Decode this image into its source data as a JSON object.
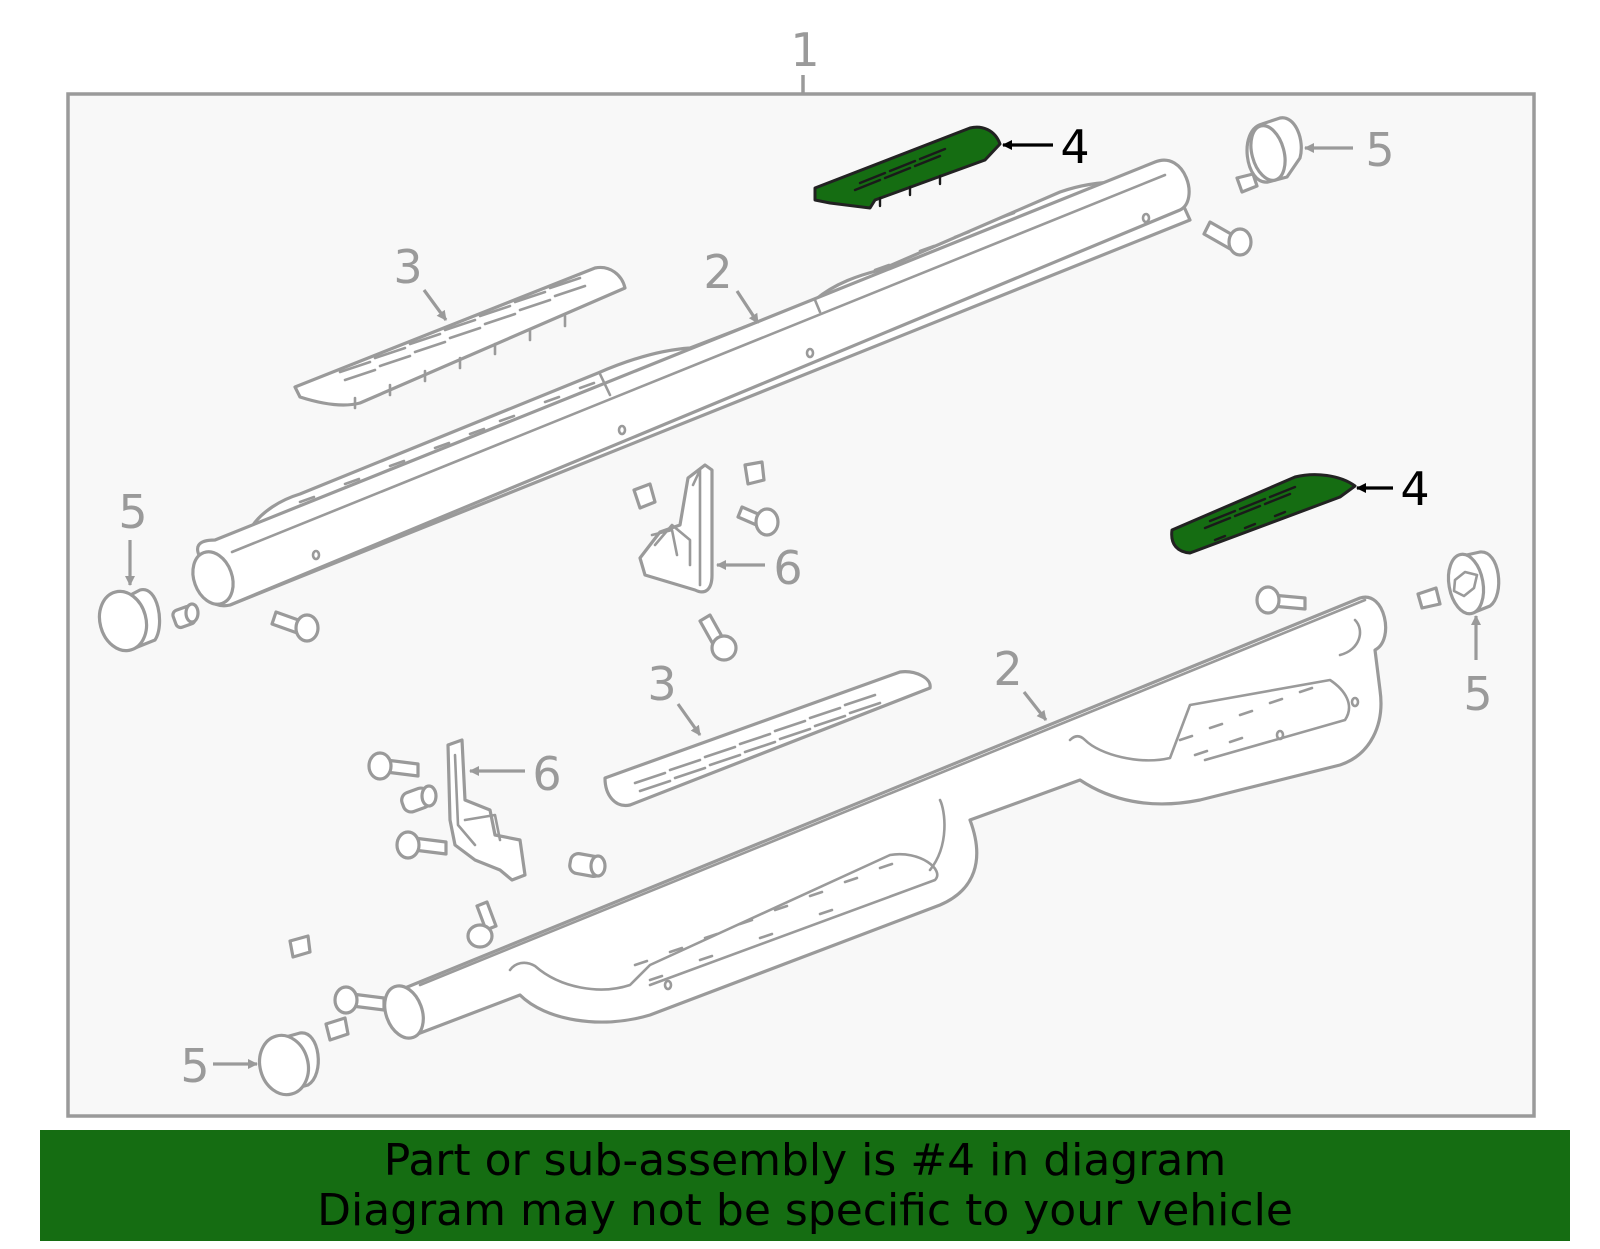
{
  "diagram": {
    "assembly_label": "1",
    "labels": {
      "board_upper": "2",
      "board_lower": "2",
      "pad_upper": "3",
      "pad_lower": "3",
      "step_pad_upper": "4",
      "step_pad_lower": "4",
      "cap_top_right": "5",
      "cap_left": "5",
      "cap_right": "5",
      "cap_bottom_left": "5",
      "bracket_upper": "6",
      "bracket_lower": "6"
    },
    "highlighted_part": "4",
    "highlight_color": "#156d12",
    "line_color": "#9a9a9a",
    "panel_background": "#f8f8f8"
  },
  "banner": {
    "line1": "Part or sub-assembly is #4 in diagram",
    "line2": "Diagram may not be specific to your vehicle",
    "background": "#156d12"
  }
}
